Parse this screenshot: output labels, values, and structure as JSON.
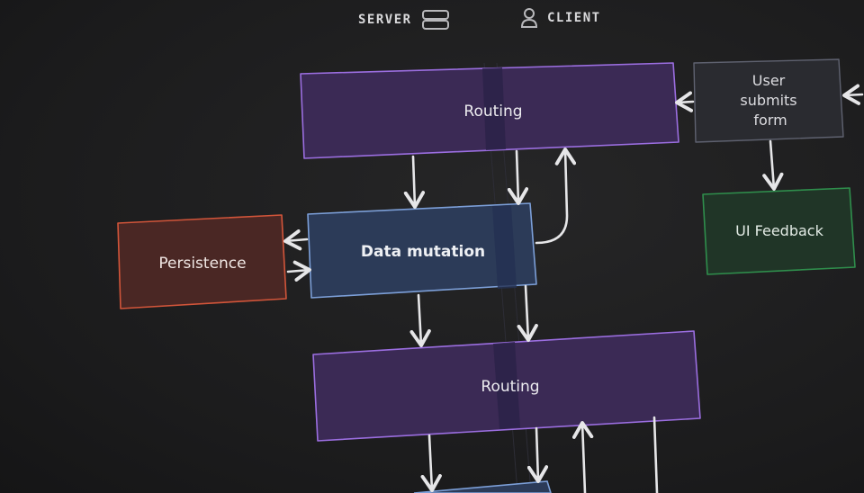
{
  "legend": {
    "server_label": "SERVER",
    "server_icon": "server-icon",
    "client_label": "CLIENT",
    "client_icon": "user-icon"
  },
  "nodes": {
    "routing_top": "Routing",
    "user_submits": [
      "User",
      "submits",
      "form"
    ],
    "data_mutation": "Data mutation",
    "persistence": "Persistence",
    "ui_feedback": "UI Feedback",
    "routing_mid": "Routing"
  },
  "colors": {
    "purple_fill": "#3b2a55",
    "purple_stroke": "#9b6ee0",
    "blue_fill": "#2c3b58",
    "blue_stroke": "#7c9fd8",
    "red_fill": "#4a2724",
    "red_stroke": "#d2553a",
    "green_fill": "#203527",
    "green_stroke": "#2f8e4c",
    "gray_fill": "#2a2b30",
    "gray_stroke": "#5f6270",
    "arrow": "#e6e6e8"
  }
}
